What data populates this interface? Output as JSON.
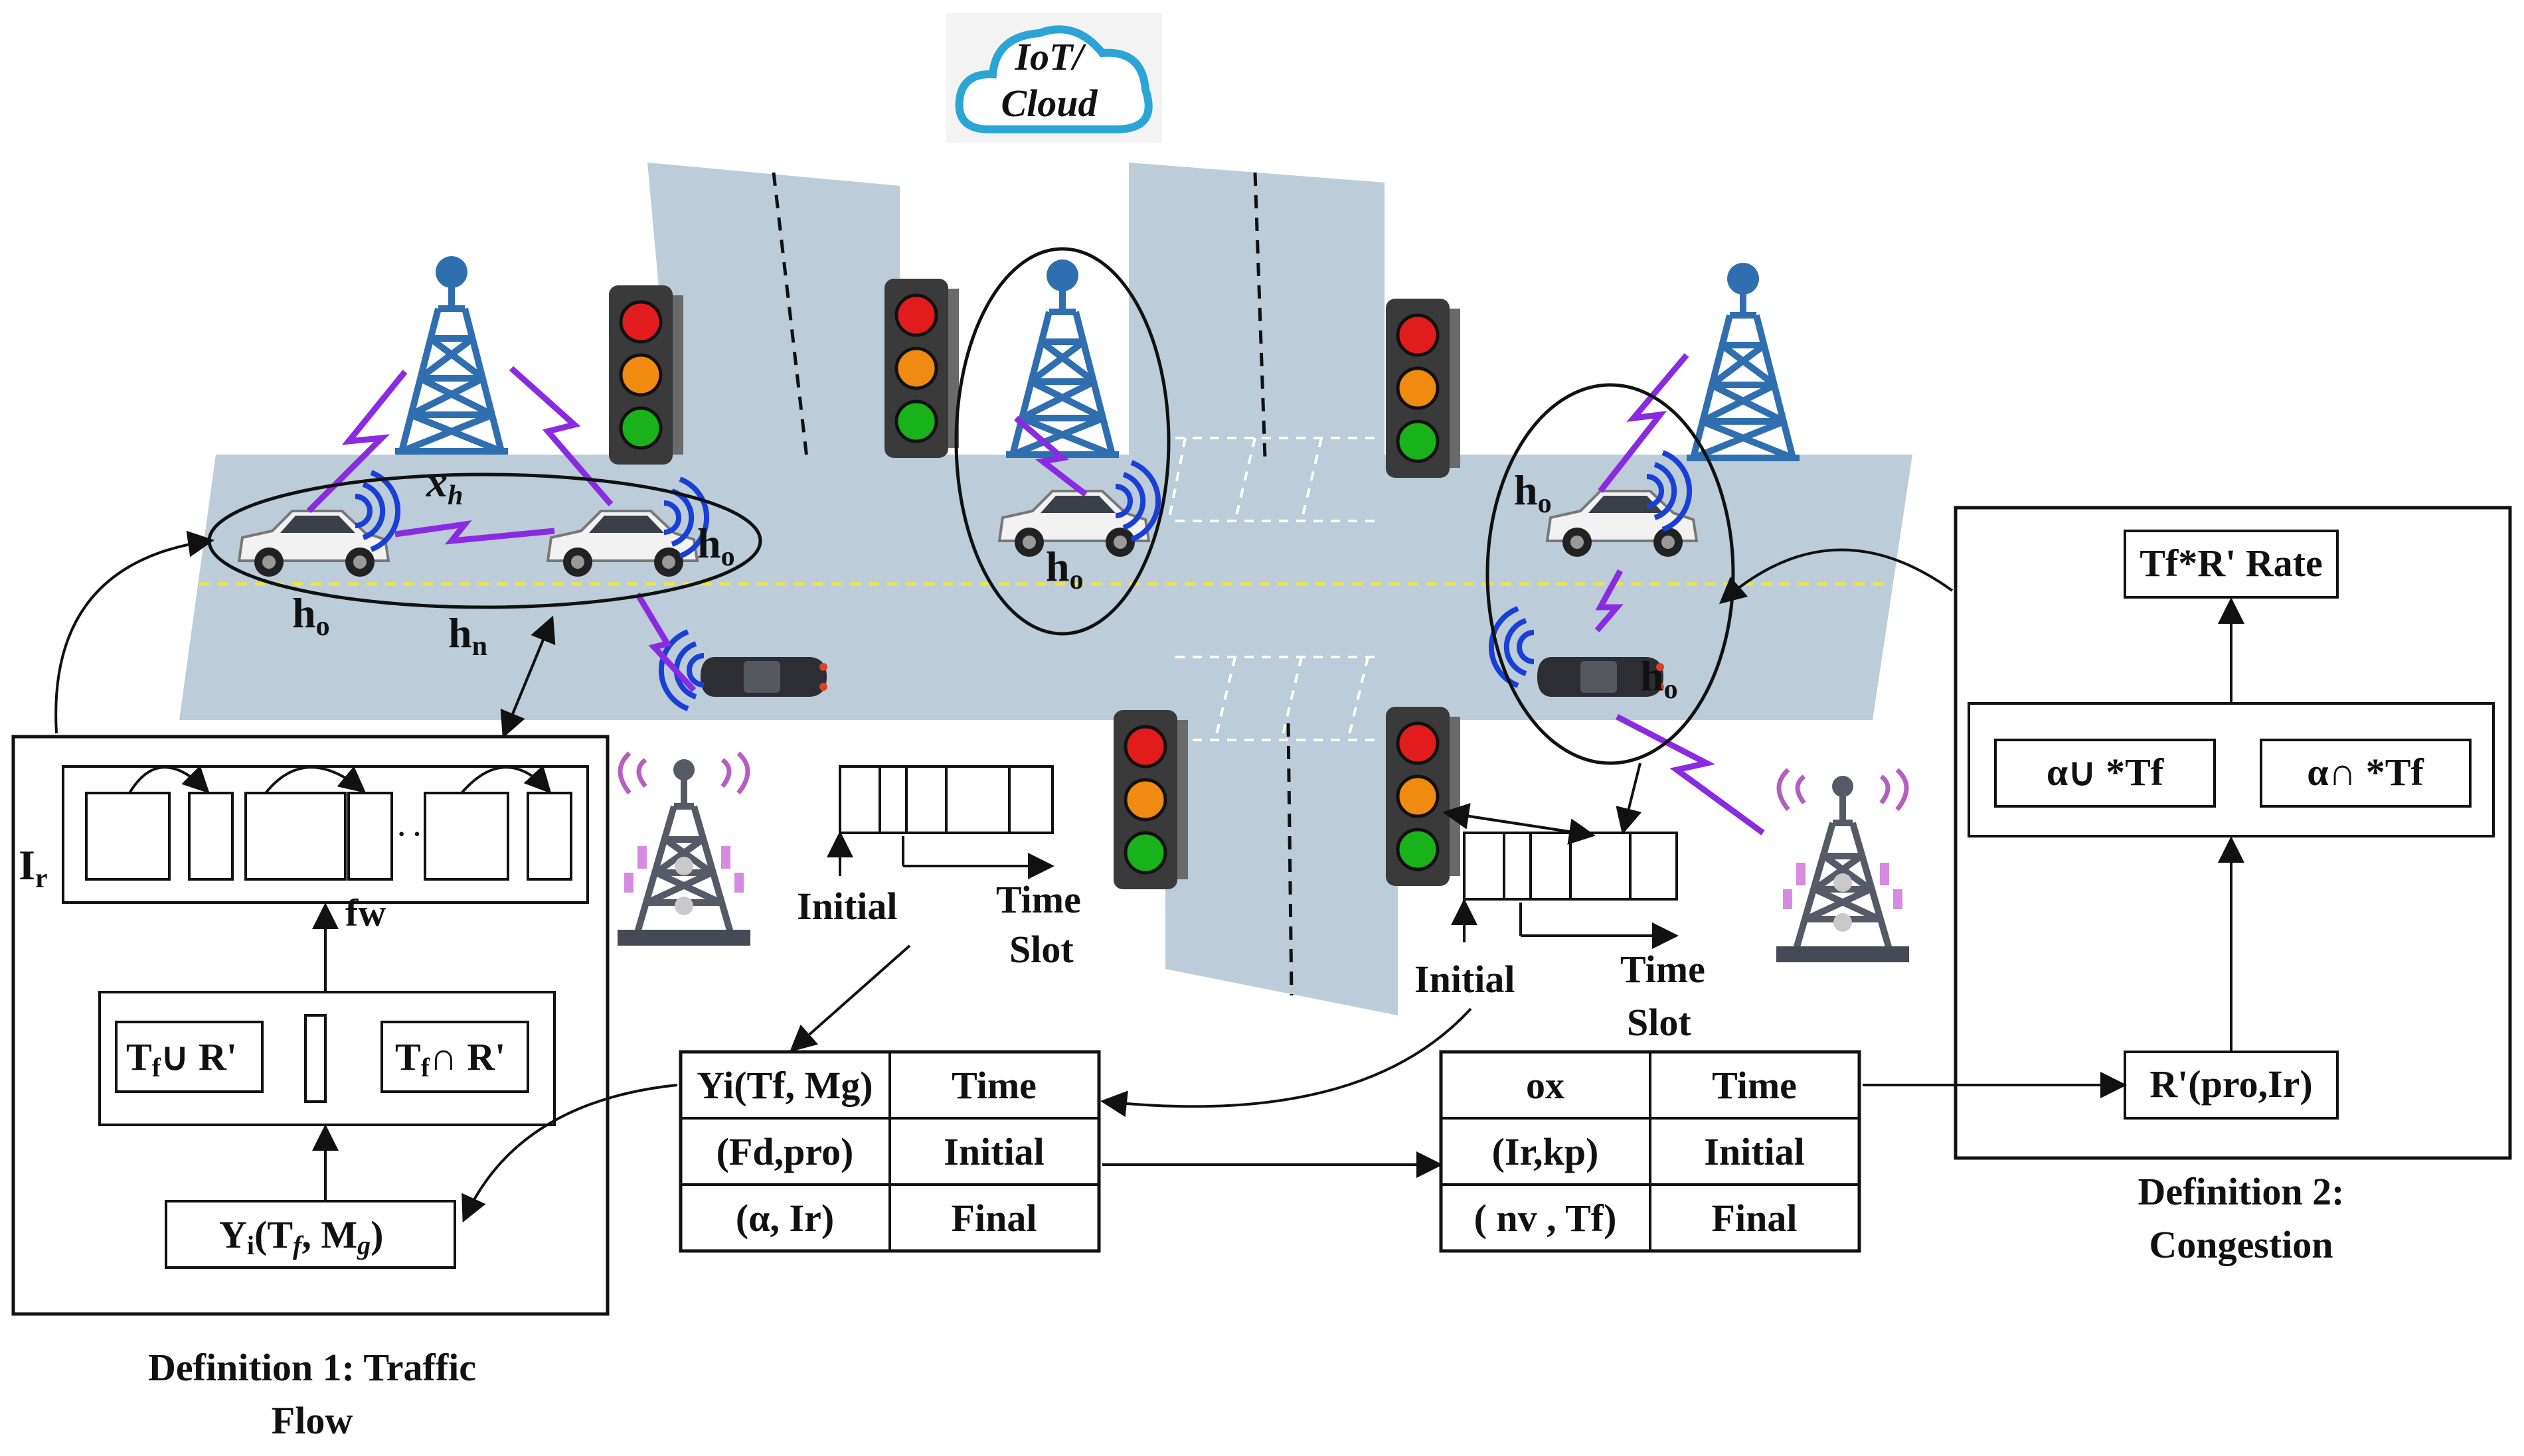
{
  "cloud": {
    "line1": "IoT/",
    "line2": "Cloud"
  },
  "road_labels": {
    "xh": "x",
    "xh_sub": "h",
    "ho": "h",
    "ho_sub": "o",
    "hn": "h",
    "hn_sub": "n"
  },
  "queue_labels": {
    "initial": "Initial",
    "time": "Time",
    "slot": "Slot"
  },
  "def1": {
    "ir": "I",
    "ir_sub": "r",
    "ellipsis": "· ·",
    "fw": "fw",
    "union_box": "T",
    "union_rest": "∪ R'",
    "inter_box": "T",
    "inter_rest": "∩ R'",
    "f_sub": "f",
    "yi_main": "Y",
    "yi_sub": "i",
    "yi_args": "(T",
    "yi_args2": ", M",
    "yi_g": "g",
    "yi_close": ")",
    "caption_line1": "Definition 1: Traffic",
    "caption_line2": "Flow"
  },
  "table1": {
    "rows": [
      {
        "left": "Yi(Tf, Mg)",
        "right": "Time"
      },
      {
        "left": "(Fd,pro)",
        "right": "Initial"
      },
      {
        "left": "(α, Ir)",
        "right": "Final"
      }
    ]
  },
  "table2": {
    "rows": [
      {
        "left": "ox",
        "right": "Time"
      },
      {
        "left": "(Ir,kp)",
        "right": "Initial"
      },
      {
        "left": "( nv , Tf)",
        "right": "Final"
      }
    ]
  },
  "def2": {
    "rate": "Tf*R' Rate",
    "alpha_union": "α∪ *Tf",
    "alpha_inter": "α∩ *Tf",
    "rprime": "R'(pro,Ir)",
    "caption_line1": "Definition 2:",
    "caption_line2": "Congestion"
  },
  "colors": {
    "road": "#bcccd8",
    "tower_blue": "#2f6fb0",
    "lightning": "#8a2be2",
    "wifi": "#1a3fd6",
    "tower_gray": "#555a66",
    "cloud_stroke": "#2aa5d6"
  }
}
